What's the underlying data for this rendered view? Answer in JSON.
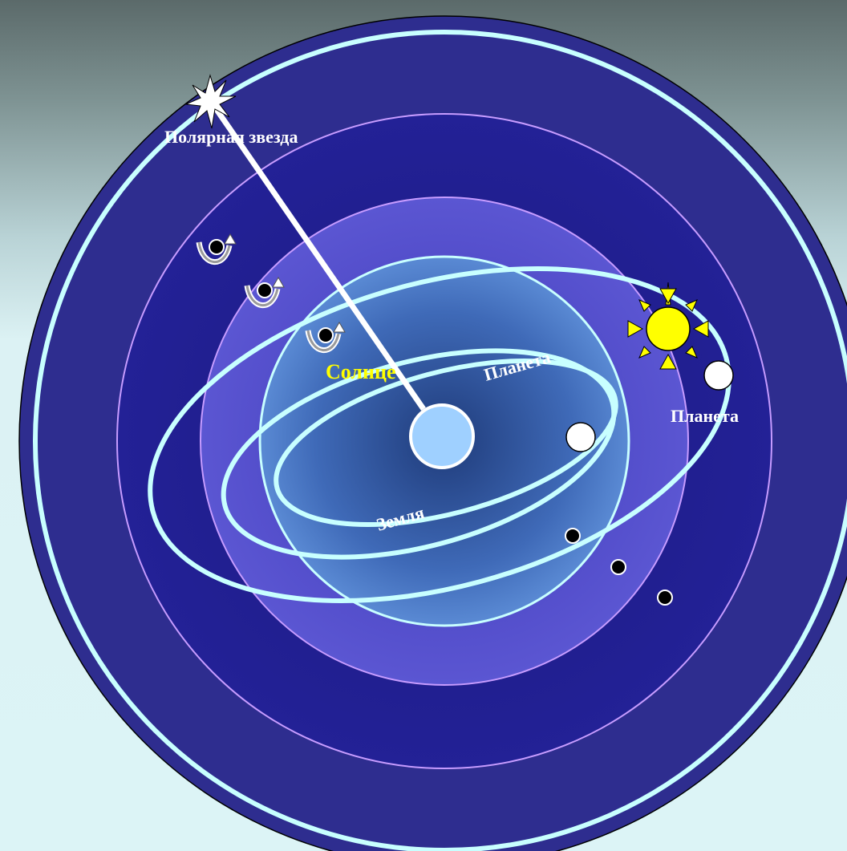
{
  "labels": {
    "polaris": "Полярная звезда",
    "sun": "Солнце",
    "earth": "Земля",
    "planet_inner": "Планета",
    "planet_outer": "Планета"
  },
  "colors": {
    "outer_sphere": "#2b2a8c",
    "middle_sphere": "#5a58d0",
    "inner_sphere": "#4c86cc",
    "orbit_ring": "#c8ffff",
    "sun": "#ffff00",
    "earth": "#9fd0ff",
    "axis_line": "#ffffff",
    "page_top": "#5b6a6a",
    "page_bottom": "#dcf4f6"
  },
  "icons": {
    "polaris": "star-burst-icon",
    "sun": "sun-icon",
    "rotation": "rotation-arrow-icon"
  }
}
